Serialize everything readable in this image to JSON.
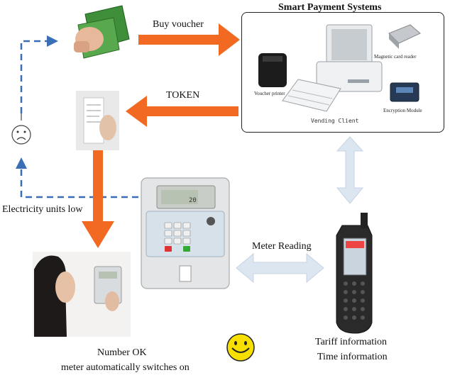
{
  "sps": {
    "title": "Smart Payment Systems",
    "vending_client": "Vending Client",
    "voucher_printer": "Voucher printer",
    "magnetic_card_reader": "Magnetic card reader",
    "encryption_module": "Encryption Module"
  },
  "flows": {
    "buy_voucher": "Buy voucher",
    "token": "TOKEN",
    "meter_reading": "Meter Reading"
  },
  "status": {
    "electricity_low": "Electricity units low",
    "number_ok_line1": "Number OK",
    "number_ok_line2": "meter automatically switches on"
  },
  "handheld": {
    "line1": "Tariff information",
    "line2": "Time information"
  },
  "meter": {
    "display_value": "20"
  },
  "colors": {
    "arrow_orange": "#f26a21",
    "dash_blue": "#3a6fb5",
    "light_arrow": "#dce6f1",
    "smiley": "#f7e000"
  }
}
